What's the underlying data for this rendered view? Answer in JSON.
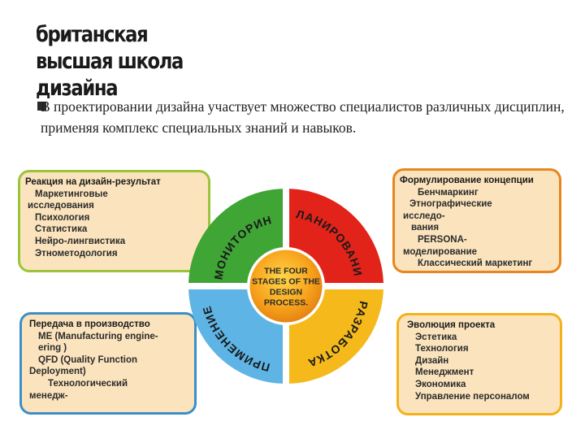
{
  "logo": {
    "lines": [
      "британская",
      "высшая школа",
      "дизайна"
    ]
  },
  "intro": {
    "text": "В проектировании дизайна участвует множество специалистов различных дисциплин, применяя комплекс специальных знаний и навыков."
  },
  "cycle": {
    "center_lines": [
      "THE FOUR",
      "STAGES OF THE",
      "DESIGN",
      "PROCESS."
    ],
    "segments": [
      {
        "label": "МОНИТОРИНГ",
        "color": "#3fa535"
      },
      {
        "label": "ПЛАНИРОВАНИЕ",
        "color": "#e2231a"
      },
      {
        "label": "РАЗРАБОТКА",
        "color": "#f5b91c"
      },
      {
        "label": "ПРИМЕНЕНИЕ",
        "color": "#5db4e5"
      }
    ]
  },
  "boxes": {
    "reaction": {
      "title": "Реакция на дизайн-результат",
      "items": [
        "Маркетинговые",
        "исследования",
        "Психология",
        "Статистика",
        "Нейро-лингвистика",
        "Этнометодология"
      ]
    },
    "concept": {
      "title": "Формулирование концепции",
      "items": [
        "Бенчмаркинг",
        "Этнографические",
        "исследо-",
        "вания",
        "PERSONA-",
        "моделирование",
        "Классический маркетинг"
      ]
    },
    "transfer": {
      "title": "Передача в производство",
      "items": [
        "ME (Manufacturing engine-",
        "ering )",
        "QFD (Quality Function",
        "Deployment)",
        "Технологический",
        "менедж-"
      ]
    },
    "evolution": {
      "title": "Эволюция проекта",
      "items": [
        "Эстетика",
        "Технология",
        "Дизайн",
        "Менеджмент",
        "Экономика",
        "Управление персоналом"
      ]
    }
  }
}
